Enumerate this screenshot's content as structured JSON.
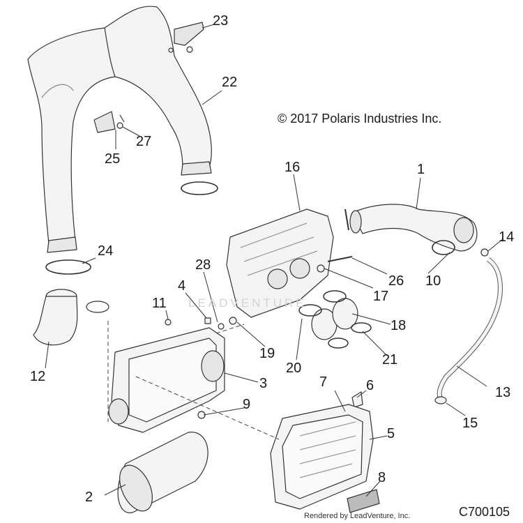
{
  "copyright": "© 2017 Polaris Industries Inc.",
  "diagram_code": "C700105",
  "credit": "Rendered by LeadVenture, Inc.",
  "watermark": "LEADVENTURE",
  "callouts": [
    "1",
    "2",
    "3",
    "4",
    "5",
    "6",
    "7",
    "8",
    "9",
    "10",
    "11",
    "12",
    "13",
    "14",
    "15",
    "16",
    "17",
    "18",
    "19",
    "20",
    "21",
    "22",
    "23",
    "24",
    "25",
    "26",
    "27",
    "28"
  ]
}
